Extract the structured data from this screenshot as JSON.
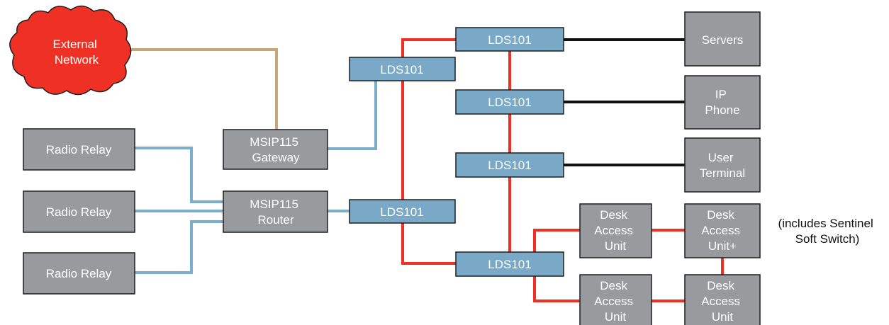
{
  "diagram": {
    "colors": {
      "gray_device": "#999a9e",
      "switch_blue": "#79a9c6",
      "external_network_red": "#ee3124",
      "link_red": "#ee3124",
      "link_blue": "#7aaecb",
      "link_tan": "#c8a57a",
      "link_black": "#111111"
    },
    "nodes": {
      "external_network": [
        "External",
        "Network"
      ],
      "radio_relay_1": [
        "Radio Relay"
      ],
      "radio_relay_2": [
        "Radio Relay"
      ],
      "radio_relay_3": [
        "Radio Relay"
      ],
      "msip_gateway": [
        "MSIP115",
        "Gateway"
      ],
      "msip_router": [
        "MSIP115",
        "Router"
      ],
      "lds_a": [
        "LDS101"
      ],
      "lds_b": [
        "LDS101"
      ],
      "lds_c": [
        "LDS101"
      ],
      "lds_d": [
        "LDS101"
      ],
      "lds_e": [
        "LDS101"
      ],
      "lds_f": [
        "LDS101"
      ],
      "servers": [
        "Servers"
      ],
      "ip_phone": [
        "IP",
        "Phone"
      ],
      "user_terminal": [
        "User",
        "Terminal"
      ],
      "dau_1": [
        "Desk",
        "Access",
        "Unit"
      ],
      "dau_plus": [
        "Desk",
        "Access",
        "Unit+"
      ],
      "dau_2": [
        "Desk",
        "Access",
        "Unit"
      ],
      "dau_3": [
        "Desk",
        "Access",
        "Unit"
      ]
    },
    "note": [
      "(includes Sentinel",
      "Soft Switch)"
    ]
  }
}
